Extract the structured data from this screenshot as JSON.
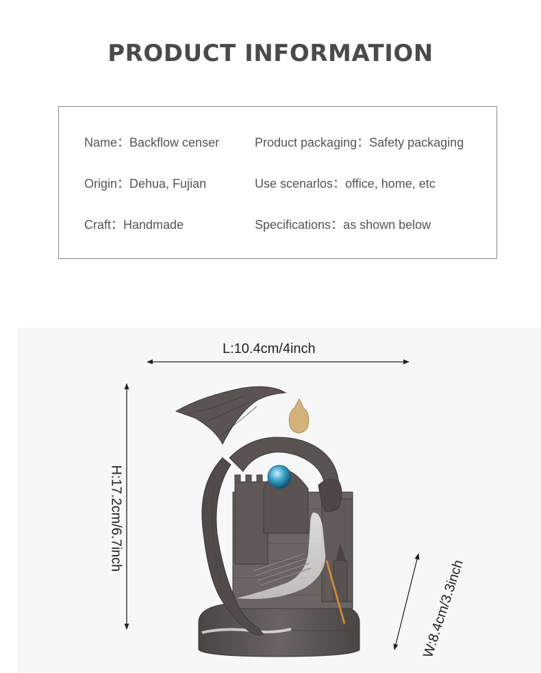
{
  "header": {
    "title": "PRODUCT INFORMATION"
  },
  "info": {
    "rows": [
      [
        {
          "label": "Name",
          "sep": "：",
          "value": "Backflow censer"
        },
        {
          "label": "Product packaging",
          "sep": "：",
          "value": "Safety packaging"
        }
      ],
      [
        {
          "label": "Origin",
          "sep": "：",
          "value": "Dehua, Fujian"
        },
        {
          "label": "Use scenarlos",
          "sep": "：",
          "value": "office, home, etc"
        }
      ],
      [
        {
          "label": "Craft",
          "sep": "：",
          "value": "Handmade"
        },
        {
          "label": "Specifications",
          "sep": "：",
          "value": "as shown below"
        }
      ]
    ]
  },
  "dimensions": {
    "length": "L:10.4cm/4inch",
    "height": "H:17.2cm/6.7inch",
    "width": "W:8.4cm/3.3inch"
  },
  "colors": {
    "title": "#4a4a4a",
    "text": "#555555",
    "border": "#8a8a8a",
    "photo_bg": "#f7f7f8",
    "ceramic": "#5f5856",
    "ball": "#3fa8d0",
    "cone": "#d4b37a"
  }
}
